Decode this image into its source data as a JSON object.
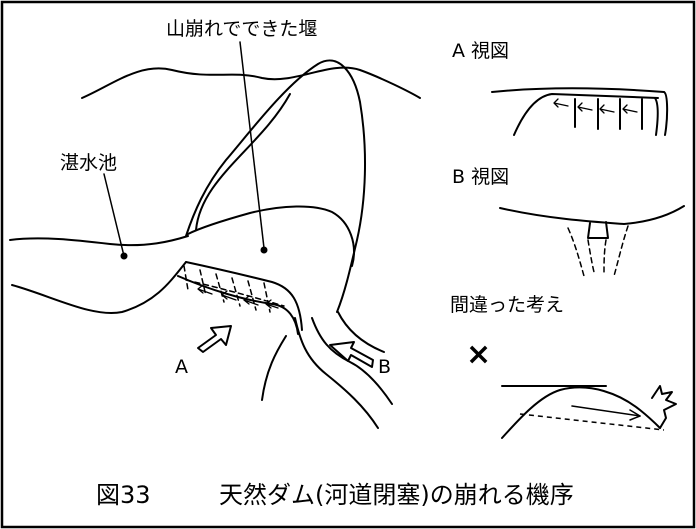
{
  "labels": {
    "landslide_dam": "山崩れでできた堰",
    "reservoir": "湛水池",
    "view_a_title": "A 視図",
    "view_b_title": "B 視図",
    "wrong_idea": "間違った考え",
    "cross_mark": "×",
    "arrow_a": "A",
    "arrow_b": "B"
  },
  "caption": {
    "number": "図33",
    "text": "天然ダム(河道閉塞)の崩れる機序"
  },
  "colors": {
    "line": "#000000",
    "background": "#ffffff"
  }
}
